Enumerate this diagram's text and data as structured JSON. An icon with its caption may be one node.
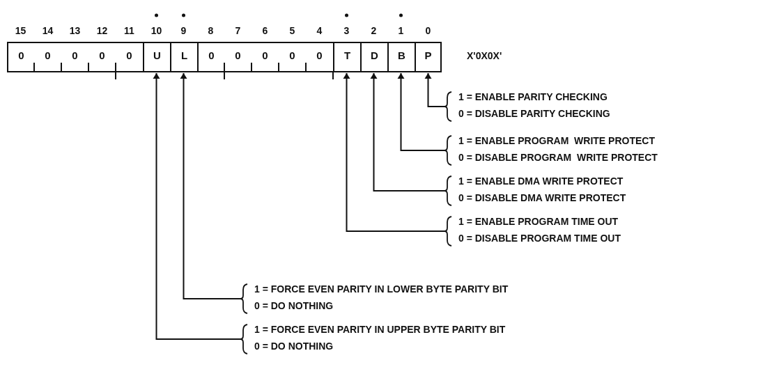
{
  "diagram": {
    "nodes": [
      {
        "text": [
          "0"
        ],
        "beside": [
          "15"
        ]
      },
      {
        "text": [
          "0"
        ],
        "beside": [
          "14"
        ]
      },
      {
        "text": [
          "0"
        ],
        "beside": [
          "13"
        ]
      },
      {
        "text": [
          "0"
        ],
        "beside": [
          "12"
        ]
      },
      {
        "text": [
          "0"
        ],
        "beside": [
          "11"
        ]
      },
      {
        "text": [
          "U"
        ],
        "beside": [
          "10"
        ]
      },
      {
        "text": [
          "L"
        ],
        "beside": [
          "9"
        ]
      },
      {
        "text": [
          "0"
        ],
        "beside": [
          "8"
        ]
      },
      {
        "text": [
          "0"
        ],
        "beside": [
          "7"
        ]
      },
      {
        "text": [
          "0"
        ],
        "beside": [
          "6"
        ]
      },
      {
        "text": [
          "0"
        ],
        "beside": [
          "5"
        ]
      },
      {
        "text": [
          "0"
        ],
        "beside": [
          "4"
        ]
      },
      {
        "text": [
          "T"
        ],
        "beside": [
          "3"
        ]
      },
      {
        "text": [
          "D"
        ],
        "beside": [
          "2"
        ]
      },
      {
        "text": [
          "B"
        ],
        "beside": [
          "1"
        ]
      },
      {
        "text": [
          "P"
        ],
        "beside": [
          "0"
        ]
      },
      {
        "text": [
          "1 = ENABLE PARITY CHECKING",
          "0 = DISABLE PARITY CHECKING"
        ]
      },
      {
        "text": [
          "1 = ENABLE PROGRAM  WRITE PROTECT",
          "0 = DISABLE PROGRAM  WRITE PROTECT"
        ]
      },
      {
        "text": [
          "1 = ENABLE DMA WRITE PROTECT",
          "0 = DISABLE DMA WRITE PROTECT"
        ]
      },
      {
        "text": [
          "1 = ENABLE PROGRAM TIME OUT",
          "0 = DISABLE PROGRAM TIME OUT"
        ]
      },
      {
        "text": [
          "1 = FORCE EVEN PARITY IN LOWER BYTE PARITY BIT",
          "0 = DO NOTHING"
        ]
      },
      {
        "text": [
          "1 = FORCE EVEN PARITY IN UPPER BYTE PARITY BIT",
          "0 = DO NOTHING"
        ]
      }
    ],
    "edges": [
      {
        "from": 16,
        "to": 15,
        "arrow": "to"
      },
      {
        "from": 17,
        "to": 14,
        "arrow": "to"
      },
      {
        "from": 18,
        "to": 13,
        "arrow": "to"
      },
      {
        "from": 19,
        "to": 12,
        "arrow": "to"
      },
      {
        "from": 20,
        "to": 6,
        "arrow": "to"
      },
      {
        "from": 21,
        "to": 5,
        "arrow": "to"
      }
    ],
    "labels": [
      "X'0X0X'"
    ]
  }
}
